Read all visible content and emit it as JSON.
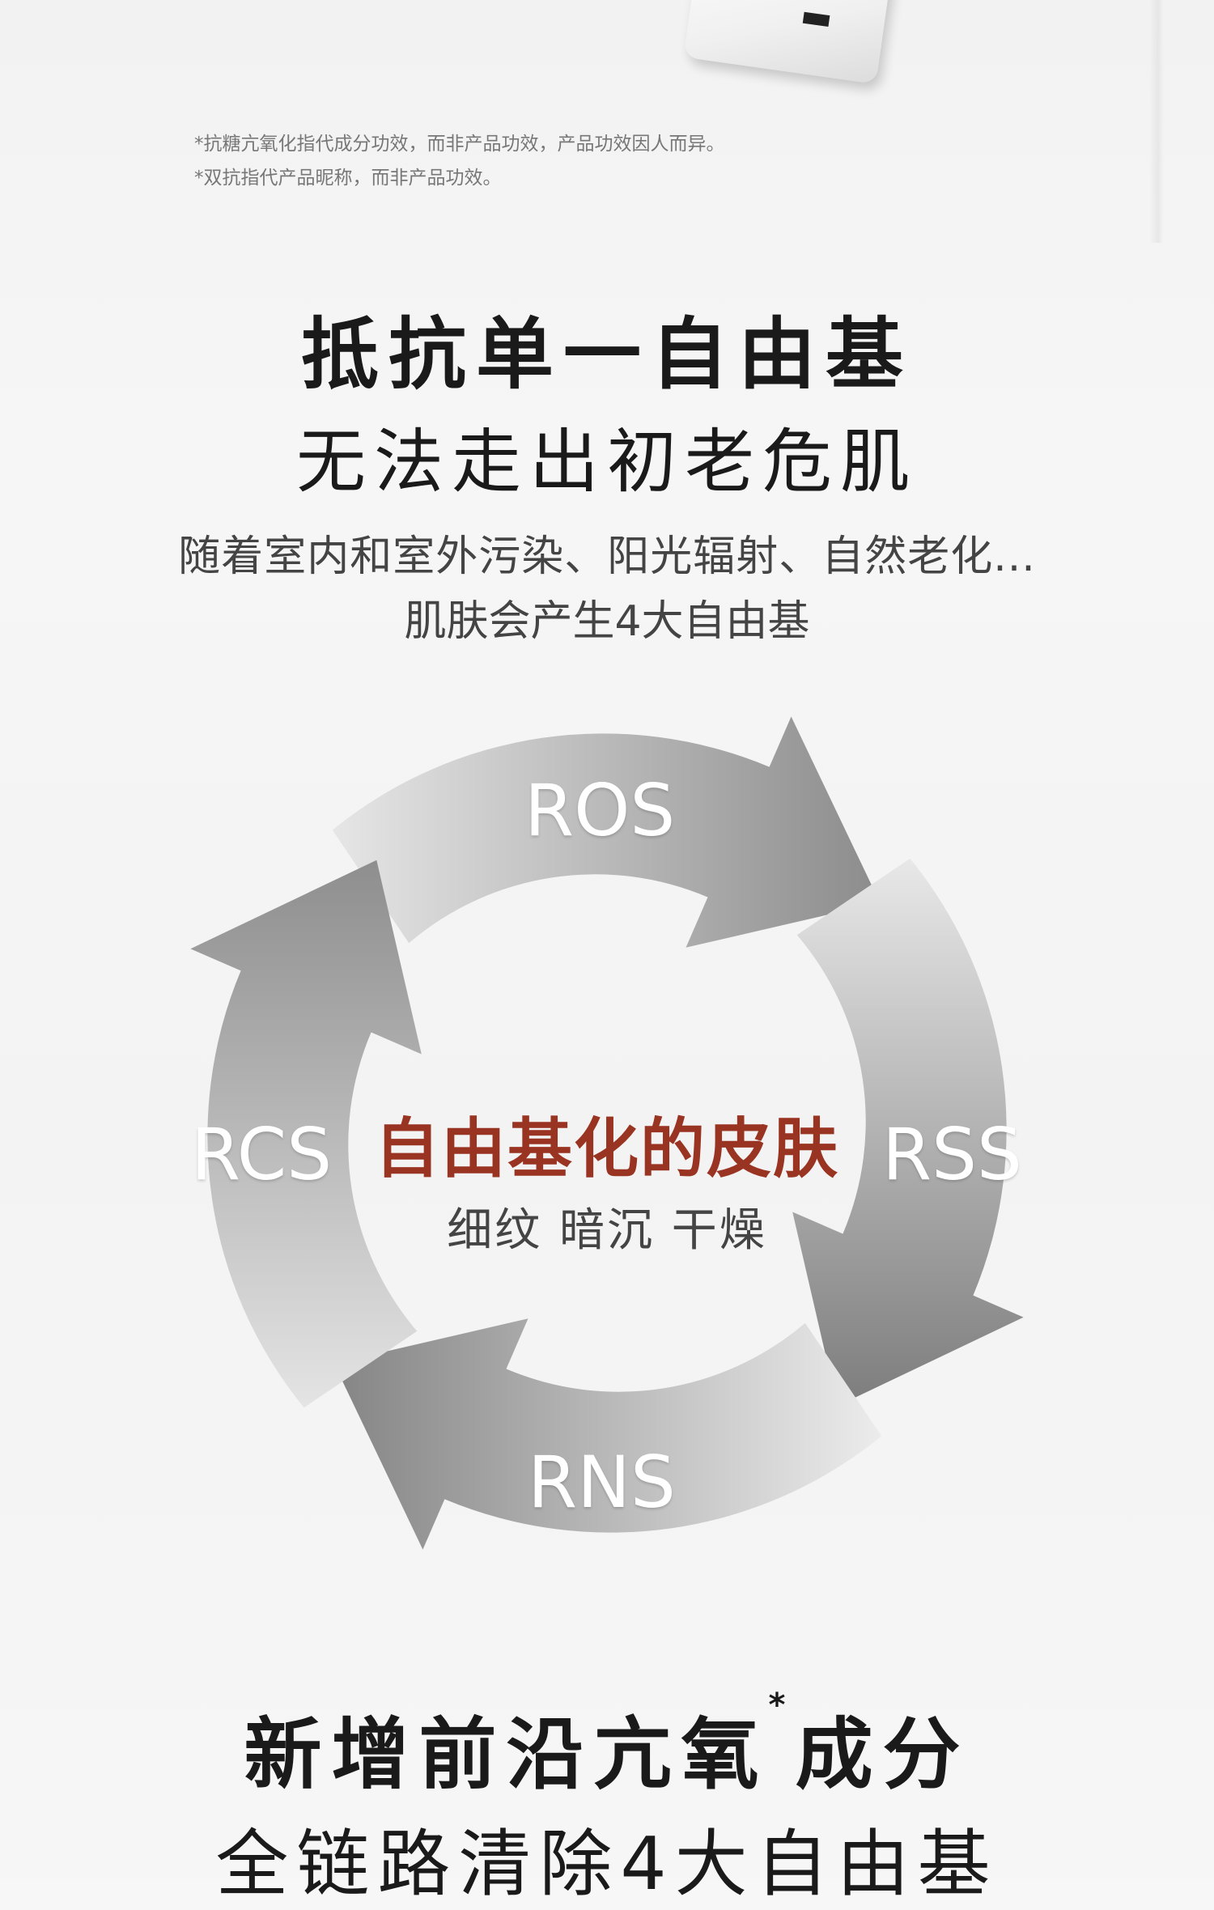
{
  "footnotes": [
    "*抗糖亢氧化指代成分功效，而非产品功效，产品功效因人而异。",
    "*双抗指代产品昵称，而非产品功效。"
  ],
  "section1": {
    "title": "抵抗单一自由基",
    "subtitle": "无法走出初老危肌",
    "body_line1": "随着室内和室外污染、阳光辐射、自然老化...",
    "body_line2": "肌肤会产生4大自由基"
  },
  "cycle": {
    "labels": {
      "top": "ROS",
      "right": "RSS",
      "bottom": "RNS",
      "left": "RCS"
    },
    "center_title": "自由基化的皮肤",
    "center_sub": "细纹 暗沉 干燥",
    "colors": {
      "arrow_dark": "#8a8a8a",
      "arrow_light": "#e2e2e2",
      "center_title": "#9a3422"
    }
  },
  "section2": {
    "title": "新增前沿亢氧",
    "title_mark": "*",
    "title_end": "成分",
    "subtitle": "全链路清除4大自由基"
  }
}
